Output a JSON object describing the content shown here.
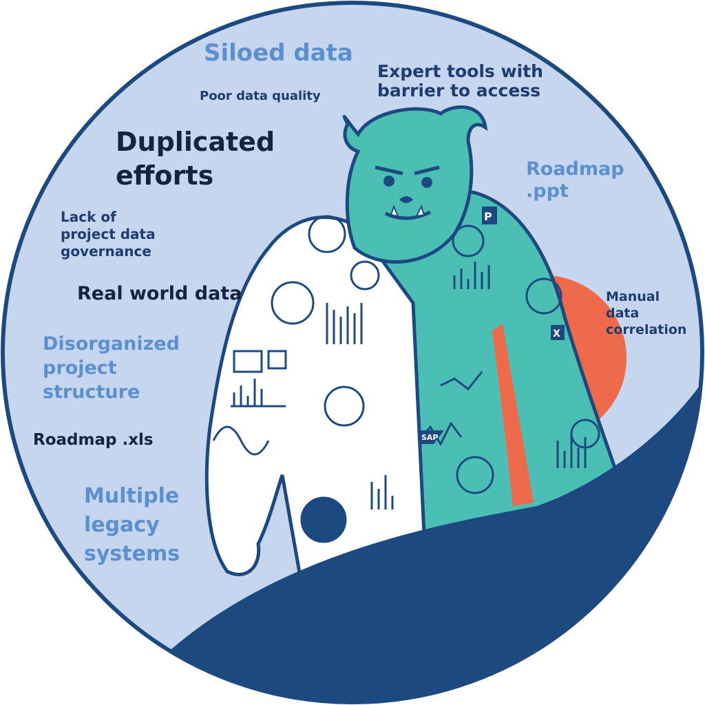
{
  "colors": {
    "circle_bg": "#c6d6ee",
    "navy": "#1c4a80",
    "teal": "#4cbfb5",
    "orange": "#ef6a4a",
    "label_light": "#5b8fcf",
    "label_dark": "#16233f",
    "label_mid": "#1e3d6f"
  },
  "labels": {
    "siloed_data": "Siloed data",
    "expert_tools": "Expert tools with\nbarrier to access",
    "poor_quality": "Poor data quality",
    "duplicated_efforts": "Duplicated\nefforts",
    "roadmap_ppt": "Roadmap\n.ppt",
    "lack_governance": "Lack of\nproject data\ngovernance",
    "real_world_data": "Real world data",
    "manual_correlation": "Manual\ndata\ncorrelation",
    "disorganized": "Disorganized\nproject\nstructure",
    "roadmap_xls": "Roadmap .xls",
    "legacy_systems": "Multiple\nlegacy\nsystems"
  },
  "icons": [
    "powerpoint-icon",
    "excel-icon",
    "sap-logo"
  ],
  "logo_text": {
    "sap": "SAP"
  }
}
